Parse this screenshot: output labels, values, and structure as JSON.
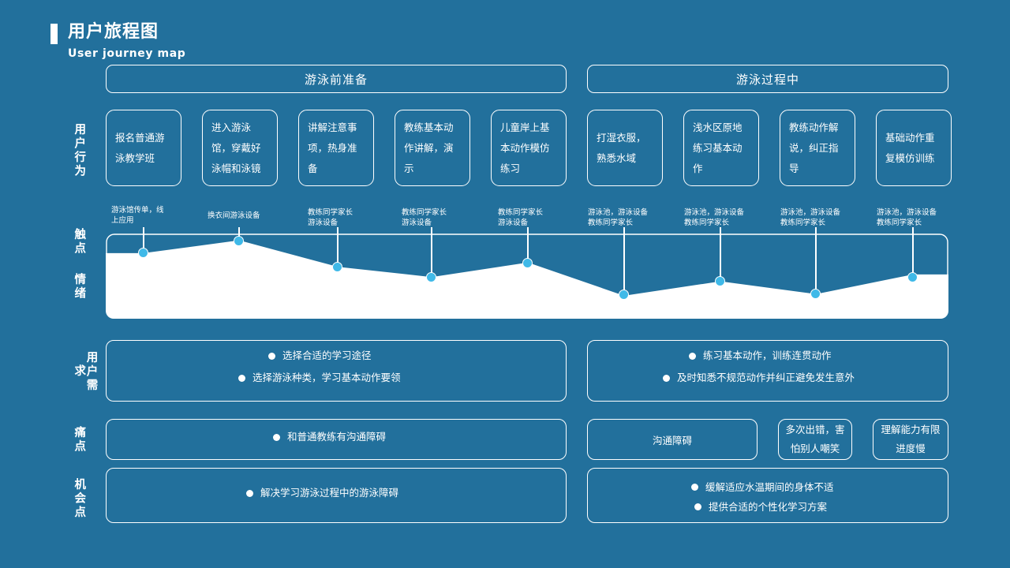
{
  "header": {
    "title_zh": "用户旅程图",
    "title_en": "User journey map"
  },
  "colors": {
    "background": "#22709c",
    "accent_dot": "#3fb9e8",
    "line": "#ffffff",
    "emotion_fill": "#ffffff"
  },
  "phases": [
    {
      "label": "游泳前准备"
    },
    {
      "label": "游泳过程中"
    }
  ],
  "row_labels": {
    "behavior": "用户行为",
    "touchpoint": "触点",
    "emotion": "情绪",
    "needs": "用户需求",
    "pain": "痛点",
    "opportunity": "机会点"
  },
  "behaviors": [
    {
      "label": "报名普通游泳教学班"
    },
    {
      "label": "进入游泳馆，穿戴好泳帽和泳镜"
    },
    {
      "label": "讲解注意事项，热身准备"
    },
    {
      "label": "教练基本动作讲解，演示"
    },
    {
      "label": "儿童岸上基本动作模仿练习"
    },
    {
      "label": "打湿衣服，熟悉水域"
    },
    {
      "label": "浅水区原地练习基本动作"
    },
    {
      "label": "教练动作解说，纠正指导"
    },
    {
      "label": "基础动作重复模仿训练"
    }
  ],
  "touchpoints": [
    {
      "label": "游泳馆传单，线\n上应用"
    },
    {
      "label": "换衣间游泳设备"
    },
    {
      "label": "教练同学家长\n游泳设备"
    },
    {
      "label": "教练同学家长\n游泳设备"
    },
    {
      "label": "教练同学家长\n游泳设备"
    },
    {
      "label": "游泳池，游泳设备\n教练同学家长"
    },
    {
      "label": "游泳池，游泳设备\n教练同学家长"
    },
    {
      "label": "游泳池，游泳设备\n教练同学家长"
    },
    {
      "label": "游泳池，游泳设备\n教练同学家长"
    }
  ],
  "needs": {
    "left": [
      "选择合适的学习途径",
      "选择游泳种类，学习基本动作要领"
    ],
    "right": [
      "练习基本动作，训练连贯动作",
      "及时知悉不规范动作并纠正避免发生意外"
    ]
  },
  "pains": {
    "left": [
      "和普通教练有沟通障碍"
    ],
    "right_main": "沟通障碍",
    "right_cards": [
      "多次出错，害怕别人嘲笑",
      "理解能力有限进度慢"
    ]
  },
  "opportunities": {
    "left": [
      "解决学习游泳过程中的游泳障碍"
    ],
    "right": [
      "缓解适应水温期间的身体不适",
      "提供合适的个性化学习方案"
    ]
  },
  "chart_data": {
    "type": "area",
    "title": "情绪 (Emotion curve)",
    "xlabel": "",
    "ylabel": "情绪",
    "ylim": [
      0,
      100
    ],
    "grid": false,
    "legend": "none",
    "categories": [
      "报名普通游泳教学班",
      "进入游泳馆，穿戴好泳帽和泳镜",
      "讲解注意事项，热身准备",
      "教练基本动作讲解，演示",
      "儿童岸上基本动作模仿练习",
      "打湿衣服，熟悉水域",
      "浅水区原地练习基本动作",
      "教练动作解说，纠正指导",
      "基础动作重复模仿训练"
    ],
    "x": [
      182,
      303,
      428,
      547,
      669,
      791,
      913,
      1034,
      1157
    ],
    "values": [
      76,
      91,
      60,
      48,
      65,
      26,
      43,
      28,
      51
    ]
  }
}
